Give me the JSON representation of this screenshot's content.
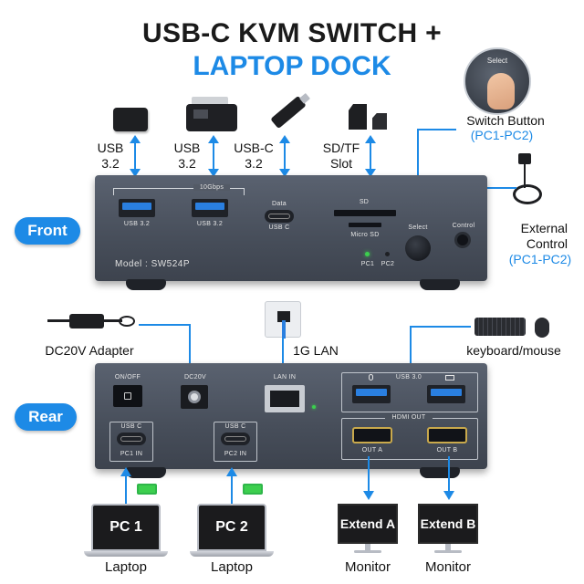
{
  "title": {
    "line1": "USB-C KVM SWITCH +",
    "line2": "LAPTOP DOCK"
  },
  "front": {
    "badge": "Front",
    "top_labels": {
      "usb1": "USB\n3.2",
      "usb2": "USB\n3.2",
      "usbc": "USB-C\n3.2",
      "sd": "SD/TF\nSlot"
    },
    "switch_button": {
      "label": "Switch Button",
      "sub": "(PC1-PC2)",
      "button_text": "Select"
    },
    "external_control": {
      "label": "External\nControl",
      "sub": "(PC1-PC2)"
    },
    "panel": {
      "speed": "10Gbps",
      "port1": "USB 3.2",
      "port2": "USB 3.2",
      "data": "Data",
      "usbc": "USB C",
      "sd": "SD",
      "microsd": "Micro SD",
      "select": "Select",
      "control": "Control",
      "pc1": "PC1",
      "pc2": "PC2",
      "model": "Model : SW524P"
    }
  },
  "rear": {
    "badge": "Rear",
    "adapter_label": "DC20V Adapter",
    "lan_label": "1G LAN",
    "km_label": "keyboard/mouse",
    "panel": {
      "onoff": "ON/OFF",
      "dc": "DC20V",
      "lan": "LAN IN",
      "usb30": "USB 3.0",
      "hdmi_out": "HDMI OUT",
      "out_a": "OUT A",
      "out_b": "OUT B",
      "usbc1": "USB C",
      "pc1in": "PC1 IN",
      "usbc2": "USB C",
      "pc2in": "PC2 IN"
    },
    "devices": {
      "laptop1": {
        "screen": "PC 1",
        "label": "Laptop"
      },
      "laptop2": {
        "screen": "PC 2",
        "label": "Laptop"
      },
      "monitor1": {
        "screen": "Extend A",
        "label": "Monitor"
      },
      "monitor2": {
        "screen": "Extend B",
        "label": "Monitor"
      }
    }
  },
  "colors": {
    "accent": "#1d8ae6",
    "panel": "#4b525e",
    "usb_blue": "#2a7fe0",
    "hdmi_gold": "#c9a94c",
    "led_green": "#3ccf4e"
  }
}
